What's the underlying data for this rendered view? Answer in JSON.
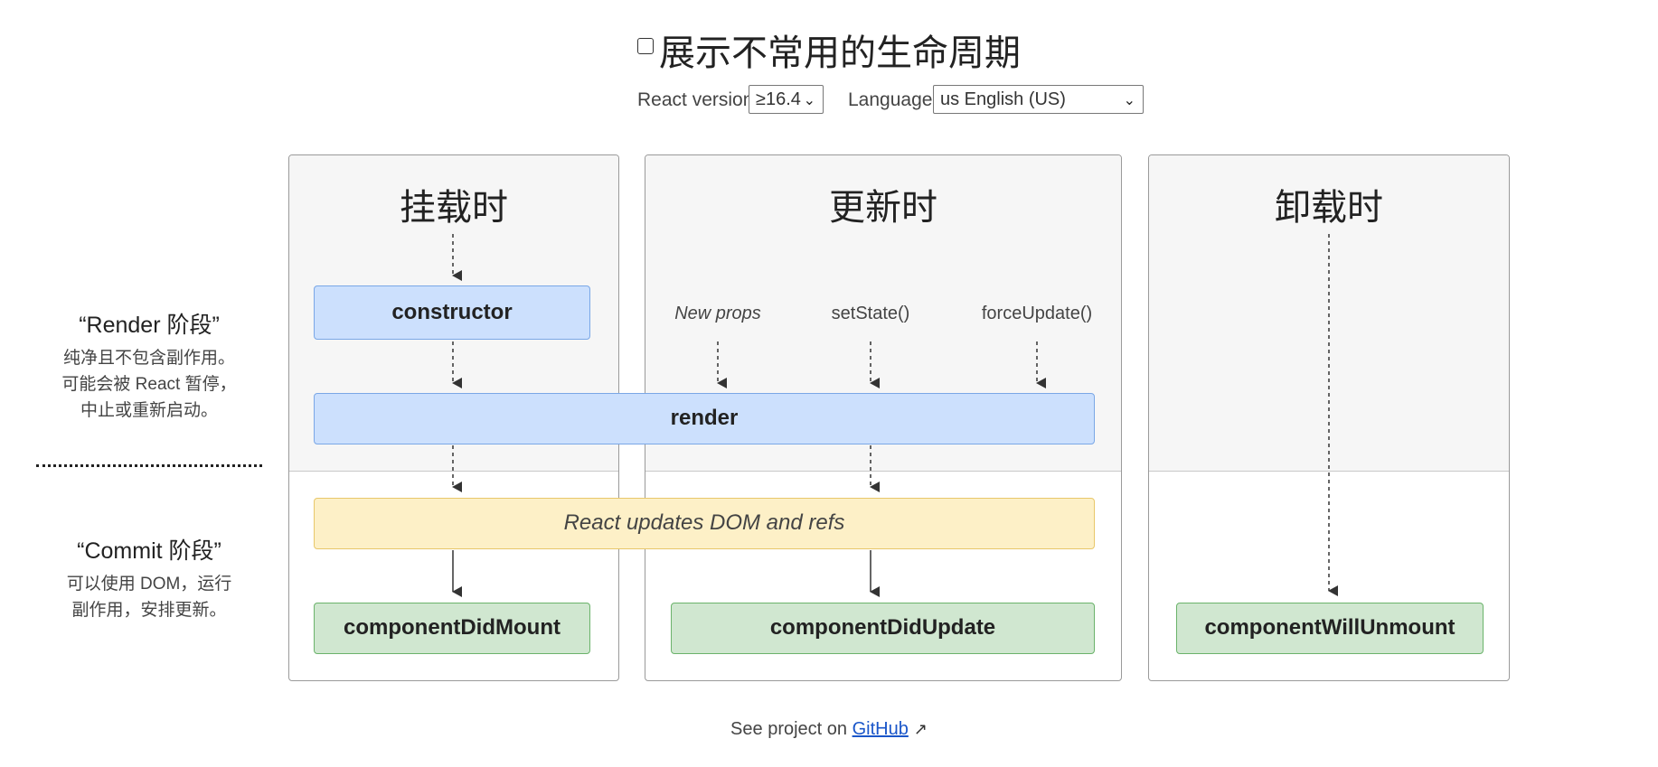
{
  "header": {
    "checkbox_label": "展示不常用的生命周期",
    "react_version_label": "React version",
    "react_version_value": "≥16.4",
    "language_label": "Language",
    "language_value": "us English (US)"
  },
  "phases": {
    "render_title": "“Render 阶段”",
    "render_desc": [
      "纯净且不包含副作用。",
      "可能会被 React 暂停，",
      "中止或重新启动。"
    ],
    "commit_title": "“Commit 阶段”",
    "commit_desc": [
      "可以使用 DOM，运行",
      "副作用，安排更新。"
    ]
  },
  "columns": {
    "mounting": "挂载时",
    "updating": "更新时",
    "unmounting": "卸载时"
  },
  "methods": {
    "constructor": "constructor",
    "render": "render",
    "react_updates": "React updates DOM and refs",
    "did_mount": "componentDidMount",
    "did_update": "componentDidUpdate",
    "will_unmount": "componentWillUnmount"
  },
  "triggers": {
    "new_props": "New props",
    "set_state": "setState()",
    "force_update": "forceUpdate()"
  },
  "footer": {
    "prefix": "See project on",
    "link": "GitHub"
  },
  "colors": {
    "blue_fill": "#cce0fd",
    "green_fill": "#d0e7d0",
    "yellow_fill": "#fdf0c7"
  },
  "icons": [
    "checkbox-icon",
    "chevron-down-icon",
    "external-link-icon"
  ]
}
